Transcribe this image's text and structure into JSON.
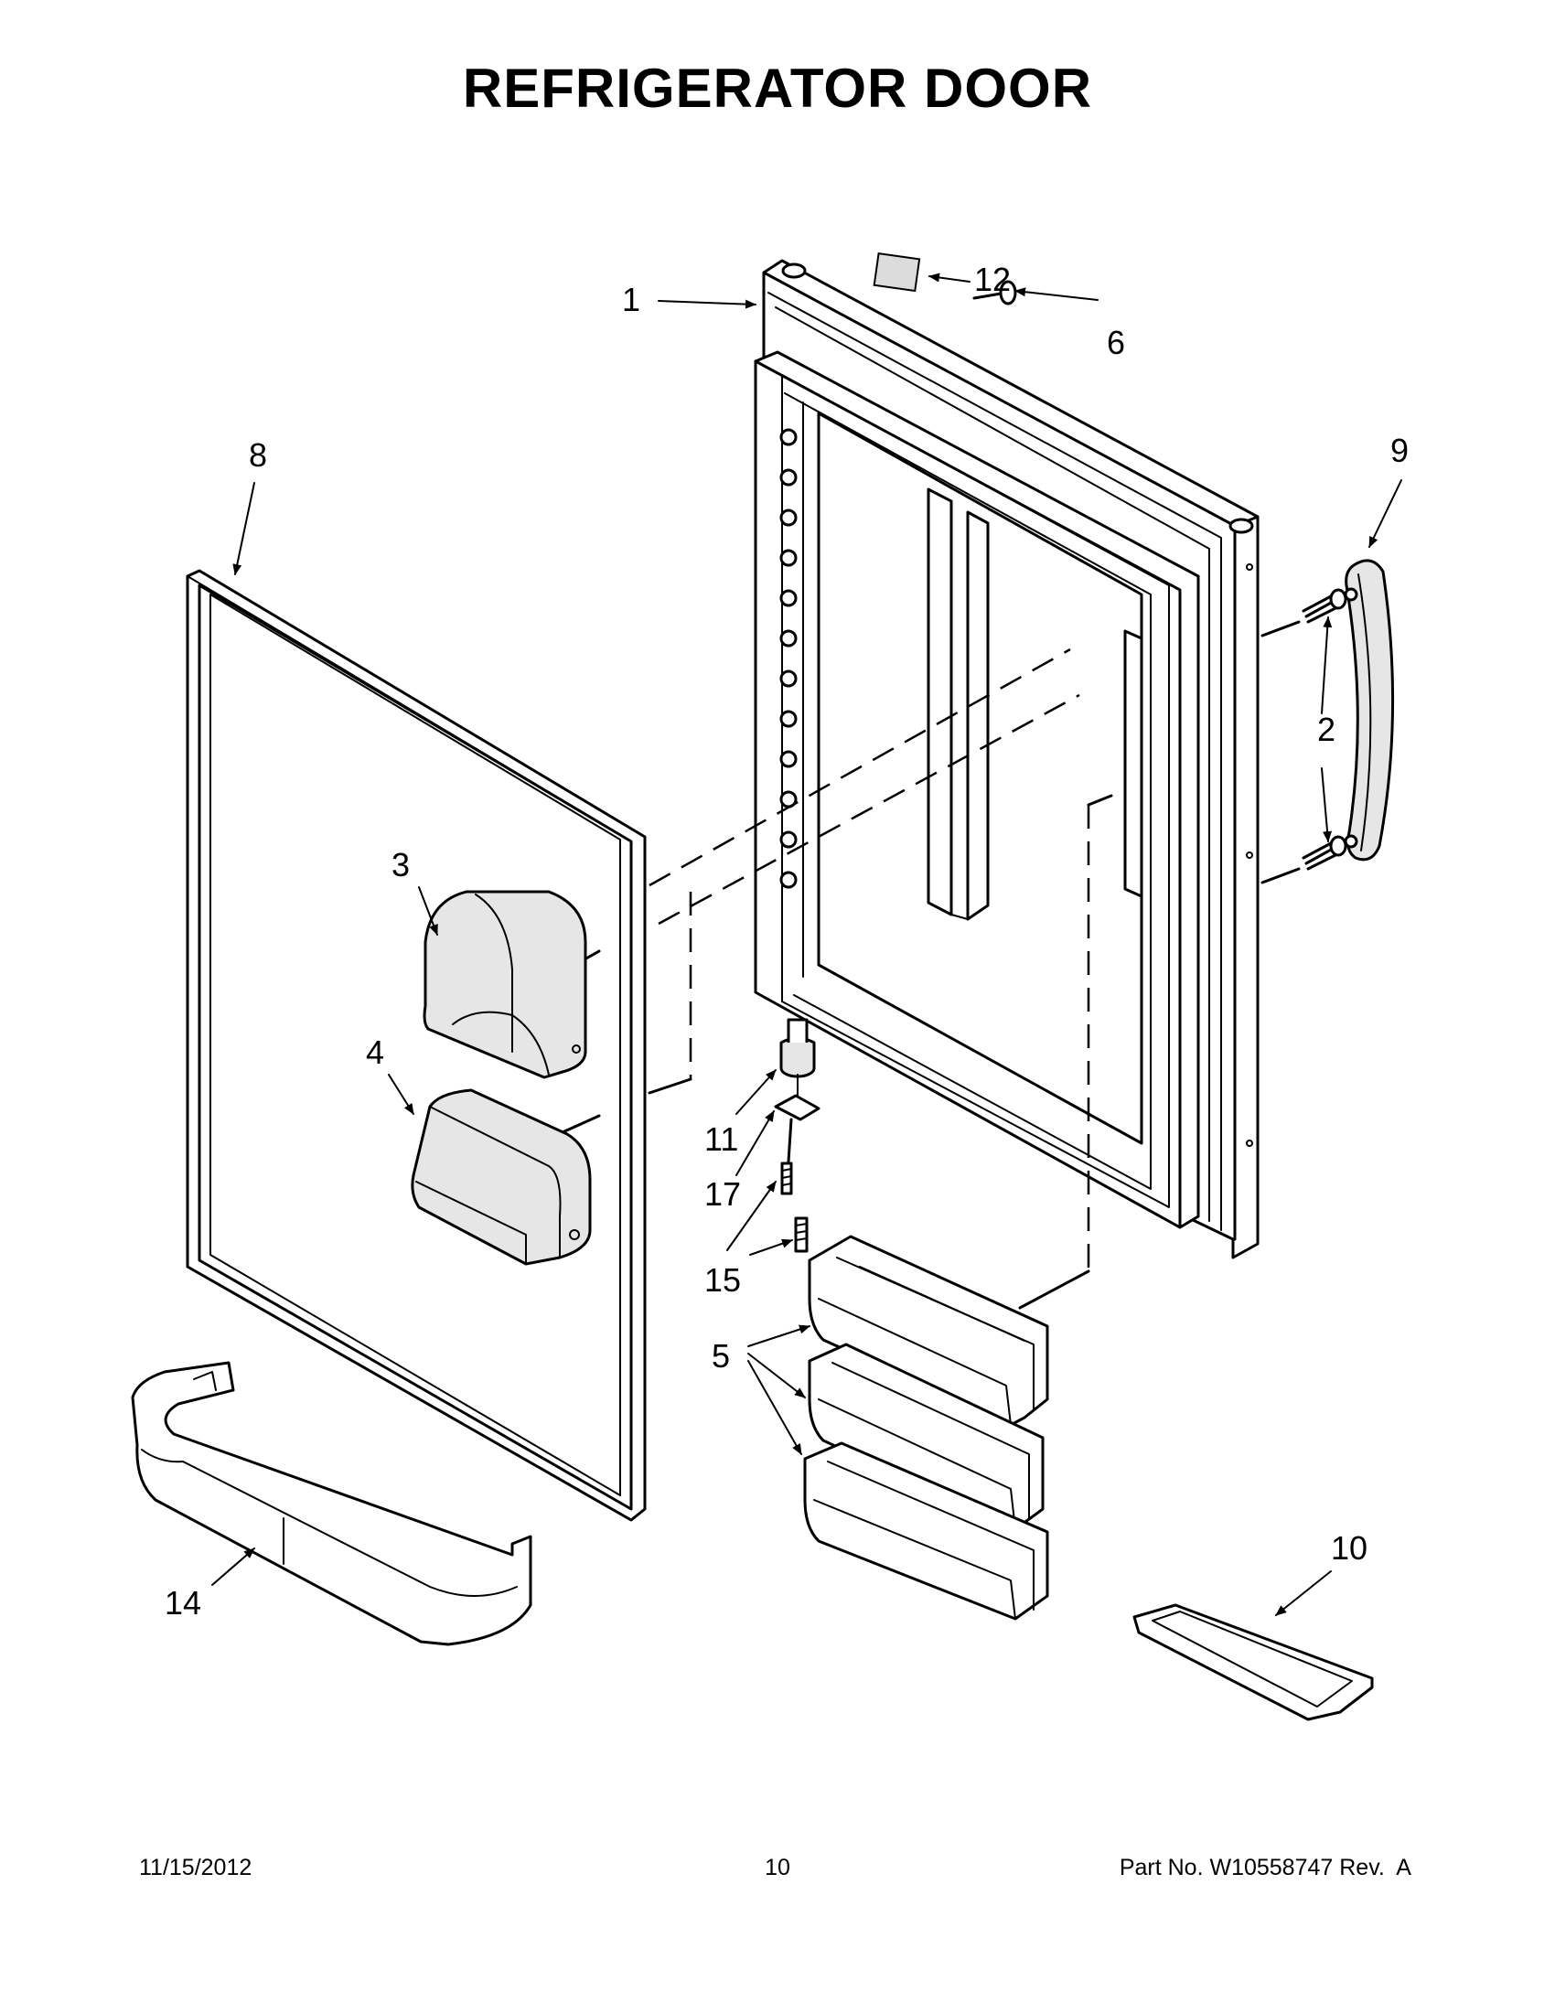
{
  "page": {
    "title": "REFRIGERATOR DOOR",
    "footer": {
      "date": "11/15/2012",
      "page_number": "10",
      "part_label": "Part No.",
      "part_number": "W10558747",
      "revision": "Rev.  A"
    }
  },
  "callouts": {
    "c1": "1",
    "c2": "2",
    "c3": "3",
    "c4": "4",
    "c5": "5",
    "c6": "6",
    "c8": "8",
    "c9": "9",
    "c10": "10",
    "c11": "11",
    "c12": "12",
    "c14": "14",
    "c15": "15",
    "c17": "17"
  },
  "colors": {
    "line": "#000000",
    "background": "#ffffff",
    "shade": "#e6e6e6"
  }
}
